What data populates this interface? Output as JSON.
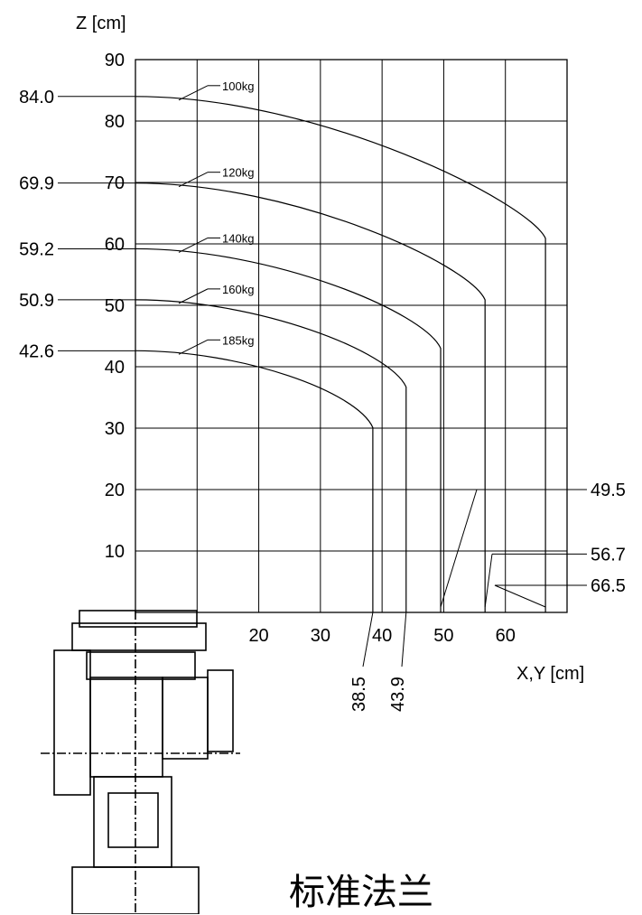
{
  "chart_data": {
    "type": "line",
    "xlabel": "X,Y [cm]",
    "ylabel": "Z [cm]",
    "xlim": [
      0,
      70
    ],
    "ylim": [
      0,
      90
    ],
    "x_ticks": [
      20,
      30,
      40,
      50,
      60
    ],
    "y_ticks": [
      10,
      20,
      30,
      40,
      50,
      60,
      70,
      80,
      90
    ],
    "grid": true,
    "series": [
      {
        "name": "100kg",
        "z_max": 84.0,
        "z_end": 60.9,
        "reach": 66.5
      },
      {
        "name": "120kg",
        "z_max": 69.9,
        "z_end": 50.9,
        "reach": 56.7
      },
      {
        "name": "140kg",
        "z_max": 59.2,
        "z_end": 43.0,
        "reach": 49.5
      },
      {
        "name": "160kg",
        "z_max": 50.9,
        "z_end": 36.7,
        "reach": 43.9
      },
      {
        "name": "185kg",
        "z_max": 42.6,
        "z_end": 30.1,
        "reach": 38.5
      }
    ],
    "z_max_labels": [
      "84.0",
      "69.9",
      "59.2",
      "50.9",
      "42.6"
    ],
    "reach_labels_right": [
      "49.5",
      "56.7",
      "66.5"
    ],
    "reach_labels_bottom": [
      "38.5",
      "43.9"
    ]
  },
  "caption": "标准法兰"
}
